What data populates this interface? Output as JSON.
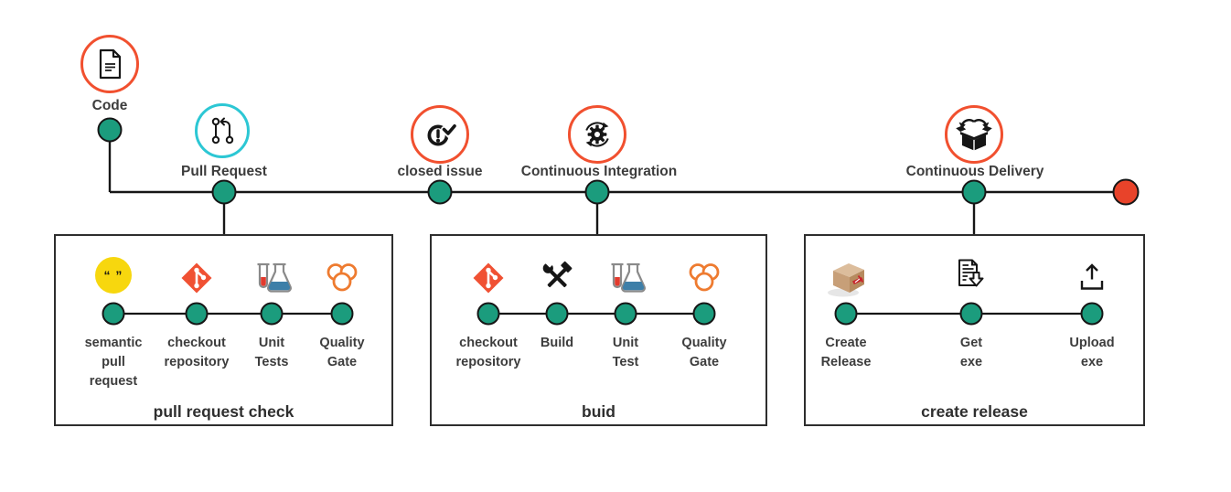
{
  "colors": {
    "node_teal": "#1b9c7d",
    "node_end_red": "#e8432a",
    "ring_red": "#f1502f",
    "ring_cyan": "#2cc7d4",
    "git_red": "#f05133",
    "cloud_orange": "#ee7b30",
    "quote_yellow": "#f7d70e",
    "flask_blue": "#3e7fa8",
    "flask_liquid_red": "#e23b2e",
    "line_black": "#161616",
    "text_gray": "#3d3d3d"
  },
  "timeline": {
    "nodes": [
      {
        "label": "Code",
        "icon": "document-icon"
      },
      {
        "label": "Pull Request",
        "icon": "pull-request-icon"
      },
      {
        "label": "closed issue",
        "icon": "issue-closed-icon"
      },
      {
        "label": "Continuous Integration",
        "icon": "gear-sync-icon"
      },
      {
        "label": "Continuous Delivery",
        "icon": "delivery-box-icon"
      }
    ]
  },
  "groups": [
    {
      "title": "pull request check",
      "steps": [
        {
          "label": "semantic\npull\nrequest",
          "icon": "quotes-icon"
        },
        {
          "label": "checkout\nrepository",
          "icon": "git-icon"
        },
        {
          "label": "Unit\nTests",
          "icon": "flask-icon"
        },
        {
          "label": "Quality\nGate",
          "icon": "sonarcloud-icon"
        }
      ]
    },
    {
      "title": "buid",
      "steps": [
        {
          "label": "checkout\nrepository",
          "icon": "git-icon"
        },
        {
          "label": "Build",
          "icon": "tools-icon"
        },
        {
          "label": "Unit\nTest",
          "icon": "flask-icon"
        },
        {
          "label": "Quality\nGate",
          "icon": "sonarcloud-icon"
        }
      ]
    },
    {
      "title": "create release",
      "steps": [
        {
          "label": "Create\nRelease",
          "icon": "package-box-icon"
        },
        {
          "label": "Get\nexe",
          "icon": "document-download-icon"
        },
        {
          "label": "Upload\nexe",
          "icon": "upload-icon"
        }
      ]
    }
  ],
  "icons": {
    "quotes_glyph": "“ ”"
  }
}
